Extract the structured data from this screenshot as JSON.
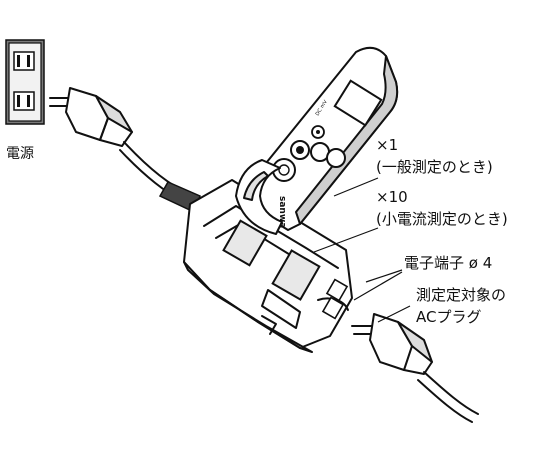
{
  "labels": {
    "power_source": "電源",
    "x1_line1": "×1",
    "x1_line2": "(一般測定のとき)",
    "x10_line1": "×10",
    "x10_line2": "(小電流測定のとき)",
    "terminal": "電子端子 ø 4",
    "target_line1": "測定定対象の",
    "target_line2": "ACプラグ"
  },
  "device": {
    "brand_mark": "sanwa",
    "meter_text": "DC mV"
  },
  "icons": [
    "wall-outlet-icon",
    "ac-plug-icon",
    "clamp-meter-icon",
    "line-separator-adapter-icon"
  ],
  "colors": {
    "ink": "#111111",
    "shade": "#777777",
    "paper": "#ffffff"
  }
}
